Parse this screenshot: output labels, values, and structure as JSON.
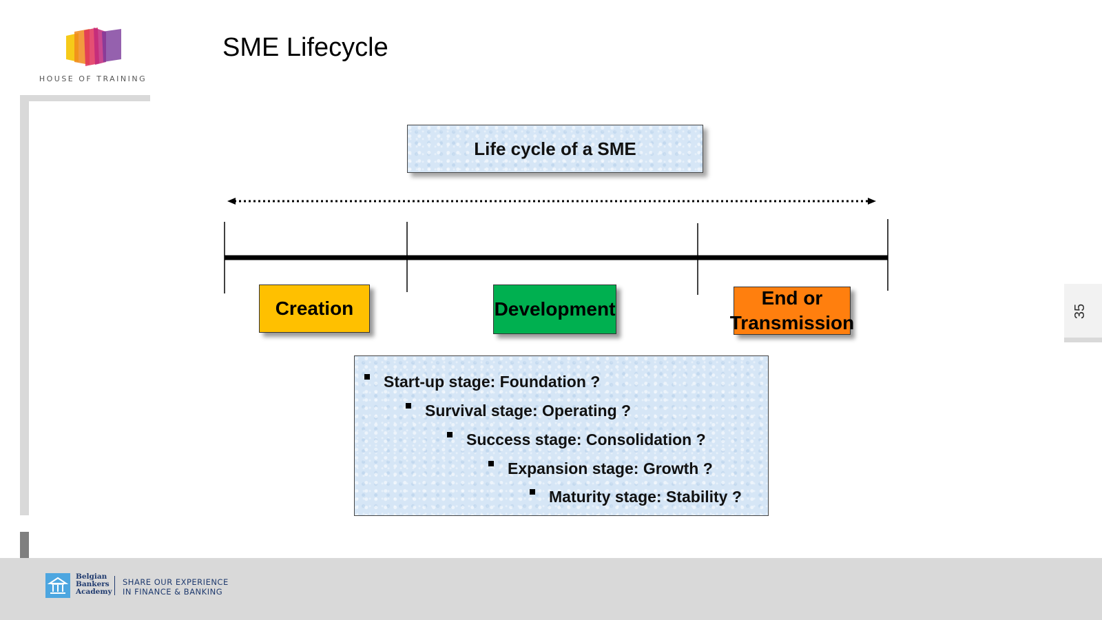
{
  "header": {
    "title": "SME Lifecycle",
    "logo_text": "HOUSE OF TRAINING"
  },
  "diagram": {
    "top_box": "Life cycle of a SME",
    "stages": [
      {
        "label": "Creation",
        "color": "#ffc000"
      },
      {
        "label": "Development",
        "color": "#00b050"
      },
      {
        "label": "End or Transmission",
        "color": "#ff7f0e"
      }
    ],
    "stage_list": [
      "Start-up stage: Foundation ?",
      "Survival stage: Operating ?",
      "Success stage: Consolidation ?",
      "Expansion stage: Growth ?",
      "Maturity stage: Stability ?"
    ]
  },
  "page_number": "35",
  "footer": {
    "org_name_1": "Belgian",
    "org_name_2": "Bankers",
    "org_name_3": "Academy",
    "tagline_1": "SHARE OUR EXPERIENCE",
    "tagline_2": "IN FINANCE & BANKING"
  }
}
